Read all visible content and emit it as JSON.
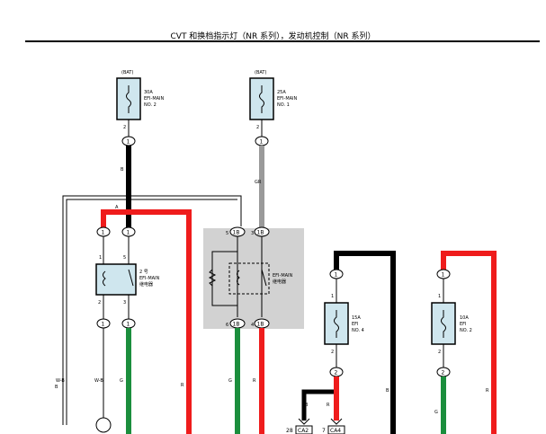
{
  "title": "CVT 和换档指示灯（NR 系列），发动机控制（NR 系列）",
  "colors": {
    "red": "#ef1c1c",
    "green": "#1b8e3d",
    "black": "#000000",
    "gray": "#9a9a9a",
    "fuse_fill": "#cfe6ee",
    "relay_box": "#d2d2d2"
  },
  "fuses": {
    "f1": {
      "source": "(BAT)",
      "rating": "30A",
      "name1": "EFI-MAIN",
      "name2": "NO. 2",
      "pin_in": "2",
      "connector": "1"
    },
    "f2": {
      "source": "(BAT)",
      "rating": "25A",
      "name1": "EFI-MAIN",
      "name2": "NO. 1",
      "pin_in": "2",
      "connector": "1"
    },
    "f3": {
      "rating": "15A",
      "name1": "EFI",
      "name2": "NO. 4",
      "pin_top": "1",
      "pin_bottom": "2",
      "connector_top": "1",
      "connector_bottom": "2"
    },
    "f4": {
      "rating": "10A",
      "name1": "EFI",
      "name2": "NO. 2",
      "pin_top": "1",
      "pin_bottom": "2",
      "connector_top": "1",
      "connector_bottom": "2"
    }
  },
  "relays": {
    "r1": {
      "label1": "2 号",
      "label2": "EFI-MAIN",
      "label3": "继电器",
      "pins": [
        "1",
        "5",
        "2",
        "3"
      ],
      "connectors": [
        "1",
        "1",
        "1",
        "1"
      ]
    },
    "r2": {
      "label1": "EFI-MAIN",
      "label2": "继电器",
      "pins": [
        "5",
        "3",
        "6",
        "4"
      ],
      "connectors": [
        "1B",
        "1B",
        "1B",
        "1B"
      ]
    }
  },
  "wire_codes": {
    "w1": "B",
    "w2": "GR",
    "w3": "B",
    "w4": "W-B",
    "w5": "G",
    "w6": "R",
    "w7": "G",
    "w8": "R",
    "w9": "B",
    "w10": "R",
    "w11": "B",
    "w12": "G",
    "w13": "R",
    "w14": "W-B"
  },
  "splice_mark": "A",
  "bottom_connectors": {
    "c1_pin": "28",
    "c1_name": "CA2",
    "c2_pin": "7",
    "c2_name": "CA4"
  }
}
